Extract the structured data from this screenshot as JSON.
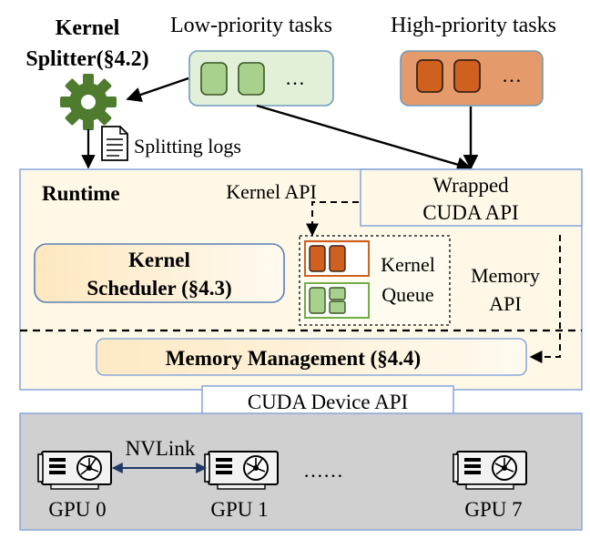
{
  "splitter": {
    "title_line1": "Kernel",
    "title_line2": "Splitter(§4.2)",
    "logs_label": "Splitting logs"
  },
  "tasks": {
    "low_label": "Low-priority tasks",
    "high_label": "High-priority tasks",
    "ellipsis": "…"
  },
  "runtime": {
    "label": "Runtime",
    "kernel_api_label": "Kernel API",
    "wrapped_api_line1": "Wrapped",
    "wrapped_api_line2": "CUDA API",
    "scheduler_line1": "Kernel",
    "scheduler_line2": "Scheduler (§4.3)",
    "queue_line1": "Kernel",
    "queue_line2": "Queue",
    "memory_api_line1": "Memory",
    "memory_api_line2": "API",
    "memory_mgmt": "Memory Management (§4.4)"
  },
  "device_api_label": "CUDA Device API",
  "gpus": {
    "nvlink_label": "NVLink",
    "dots": "……",
    "labels": [
      "GPU 0",
      "GPU 1",
      "GPU 7"
    ]
  },
  "colors": {
    "low_task_fill": "#a9d18e",
    "low_task_bg": "#e2f0d9",
    "high_task_fill": "#d0601f",
    "high_task_bg": "#e59a6b",
    "runtime_bg": "#fff8e7",
    "gear": "#4f7b2f",
    "gpu_panel_bg": "#d0d0d0",
    "nvlink": "#1f3864"
  }
}
